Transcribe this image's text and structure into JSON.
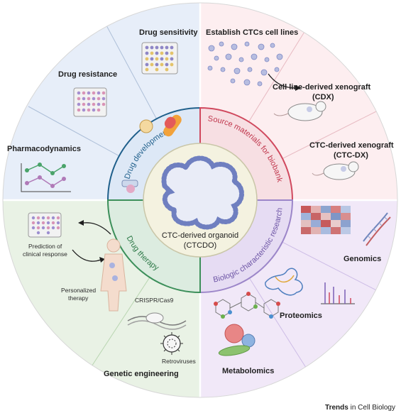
{
  "center": {
    "line1": "CTC-derived organoid",
    "line2": "(CTCDO)"
  },
  "ring": {
    "drug_development": "Drug development",
    "source_materials": "Source materials for biobank",
    "biologic_research": "Biologic characteristic research",
    "drug_therapy": "Drug therapy"
  },
  "sectors": {
    "drug_sensitivity": "Drug sensitivity",
    "drug_resistance": "Drug resistance",
    "pharmacodynamics": "Pharmacodynamics",
    "establish_ctc": "Establish CTCs cell lines",
    "cdx_line1": "Cell line-derived xenograft",
    "cdx_line2": "(CDX)",
    "ctcdx_line1": "CTC-derived xenograft",
    "ctcdx_line2": "(CTC-DX)",
    "genomics": "Genomics",
    "proteomics": "Proteomics",
    "metabolomics": "Metabolomics",
    "genetic_engineering": "Genetic engineering",
    "crispr": "CRISPR/Cas9",
    "retroviruses": "Retroviruses",
    "prediction_line1": "Prediction of",
    "prediction_line2": "clinical response",
    "personalized_line1": "Personalized",
    "personalized_line2": "therapy"
  },
  "credit": {
    "bold": "Trends",
    "rest": " in Cell Biology"
  },
  "colors": {
    "blue_sector": "#e6eefa",
    "pink_sector": "#fdecef",
    "purple_sector": "#efe6f7",
    "green_sector": "#e8f2e4",
    "blue_ring": "#1f5f8b",
    "pink_ring": "#d0495e",
    "purple_ring": "#9c86c9",
    "green_ring": "#3c8f5a",
    "core": "#f4f2e0"
  }
}
